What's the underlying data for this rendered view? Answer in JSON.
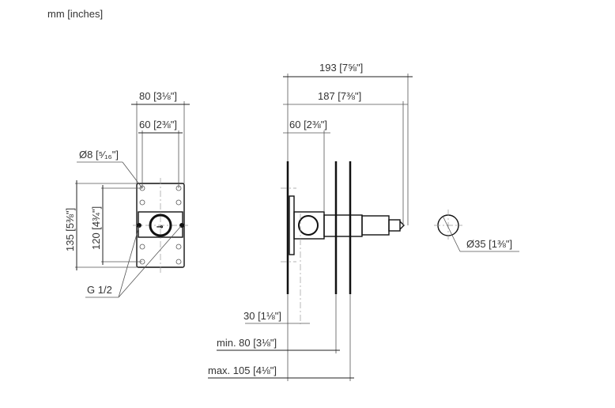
{
  "units_label": "mm [inches]",
  "front_view": {
    "width_outer": "80 [3⅛\"]",
    "width_holes": "60 [2⅜\"]",
    "hole_diameter": "Ø8 [⁵⁄₁₆\"]",
    "height_outer": "135 [5⅜\"]",
    "height_holes": "120 [4¾\"]",
    "connection": "G 1/2"
  },
  "side_view": {
    "length_total": "193 [7⅝\"]",
    "length_stem": "187 [7⅜\"]",
    "body_depth": "60 [2⅜\"]",
    "rosette_diameter": "Ø35 [1⅜\"]",
    "min_offset": "30 [1⅛\"]",
    "min_wall": "min. 80 [3⅛\"]",
    "max_wall": "max. 105 [4⅛\"]"
  }
}
